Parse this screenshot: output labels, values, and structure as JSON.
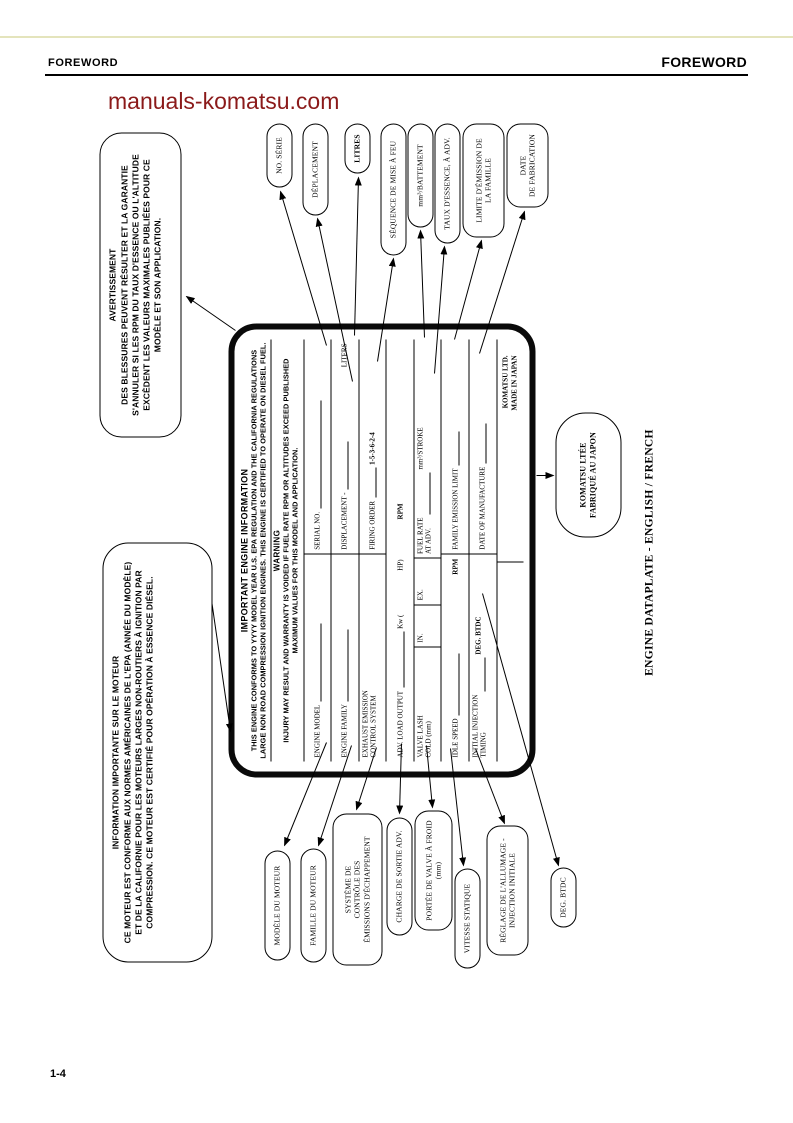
{
  "header": {
    "left": "FOREWORD",
    "right": "FOREWORD"
  },
  "watermark": "manuals-komatsu.com",
  "footer": {
    "page_number": "1-4"
  },
  "caption": "ENGINE DATAPLATE - ENGLISH / FRENCH",
  "colors": {
    "watermark_red": "#8b1a1a",
    "ink": "#000000"
  },
  "warning_callout": {
    "title": "AVERTISSEMENT",
    "body": "DES BLESSURES PEUVENT RÉSULTER ET LA GARANTIE S'ANNULER SI LES RPM DU TAUX D'ESSENCE OU L'ALTITUDE EXCÈDENT LES VALEURS MAXIMALES PUBLIÉES POUR CE MODÈLE ET SON APPLICATION."
  },
  "info_callout": {
    "title": "INFORMATION IMPORTANTE SUR LE MOTEUR",
    "body": "CE MOTEUR EST CONFORME AUX NORMES AMÉRICAINES DE L'EPA (ANNÉE DU MODÈLE) ET DE LA CALIFORNIE POUR LES MOTEURS LARGES NON-ROUTIERS À IGNITION PAR COMPRESSION. CE MOTEUR EST CERTIFIÉ POUR OPÉRATION À ESSENCE DIÉSEL."
  },
  "komatsu_callout": {
    "label": "KOMATSU LTÉE\nFABRIQUÉ AU JAPON"
  },
  "right_callouts": [
    {
      "label": "NO. SÉRIE"
    },
    {
      "label": "DÉPLACEMENT"
    },
    {
      "label": "LITRES"
    },
    {
      "label": "SÉQUENCE DE MISE À FEU"
    },
    {
      "label": "mm³/BATTEMENT"
    },
    {
      "label": "TAUX D'ESSENCE, À ADV."
    },
    {
      "label": "LIMITE D'ÉMISSION DE\nLA FAMILLE"
    },
    {
      "label": "DATE\nDE FABRICATION"
    }
  ],
  "left_callouts": [
    {
      "label": "MODÈLE DU MOTEUR"
    },
    {
      "label": "FAMILLE DU MOTEUR"
    },
    {
      "label": "SYSTÈME DE\nCONTRÔLE DES\nÉMISSIONS D'ÉCHAPPEMENT"
    },
    {
      "label": "CHARGE DE SORTIE ADV."
    },
    {
      "label": "PORTÉE DE VALVE À FROID\n(mm)"
    },
    {
      "label": "VITESSE STATIQUE"
    },
    {
      "label": "RÉGLAGE DE L'ALLUMAGE -\nINJECTION INITIALE"
    },
    {
      "label": "DEG. BTDC"
    }
  ],
  "plate": {
    "title": "IMPORTANT ENGINE INFORMATION",
    "paragraph1": "THIS ENGINE CONFORMS TO YYYY MODEL YEAR U.S. EPA REGULATION AND THE CALIFORNIA REGULATIONS LARGE NON ROAD COMPRESSION IGNITION ENGINES. THIS ENGINE IS CERTIFIED TO OPERATE ON DIESEL FUEL.",
    "warning_title": "WARNING",
    "paragraph2": "INJURY MAY RESULT AND WARRANTY IS VOIDED IF FUEL RATE RPM OR ALTITUDES EXCEED PUBLISHED MAXIMUM VALUES FOR THIS MODEL AND APPLICATION.",
    "table": {
      "engine_model": "ENGINE MODEL",
      "serial_no": "SERIAL NO.",
      "engine_family": "ENGINE FAMILY",
      "displacement": "DISPLACEMENT -",
      "liters": "LITERS",
      "exhaust": "EXHAUST EMISSION\nCONTROL SYSTEM",
      "firing_order": "FIRING ORDER",
      "firing_order_value": "1-5-3-6-2-4",
      "adv_load": "ADV. LOAD OUTPUT",
      "kw": "Kw (",
      "hp": "HP)",
      "rpm_rated": "RPM",
      "valve_lash": "VALVE LASH\nCOLD (mm)",
      "in_label": "IN.",
      "ex_label": "EX.",
      "fuel_rate": "FUEL RATE\nAT ADV.",
      "mm3_stroke": "mm³/STROKE",
      "idle_speed": "IDLE SPEED",
      "rpm_idle": "RPM",
      "family_emission": "FAMILY EMISSION LIMIT",
      "initial_injection": "INITIAL INJECTION\nTIMING",
      "deg_btdc": "DEG. BTDC",
      "date_of_manufacture": "DATE OF MANUFACTURE",
      "komatsu": "KOMATSU LTD.\nMADE IN JAPAN"
    }
  }
}
